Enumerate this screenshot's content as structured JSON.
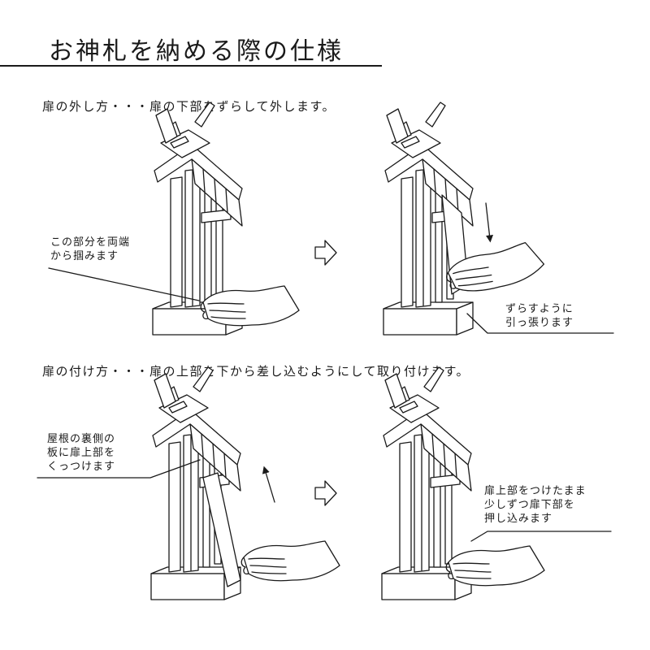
{
  "title": "お神札を納める際の仕様",
  "remove": {
    "heading": "扉の外し方・・・扉の下部をずらして外します。",
    "step1_callout": "この部分を両端\nから掴みます",
    "step2_callout": "ずらすように\n引っ張ります"
  },
  "attach": {
    "heading": "扉の付け方・・・扉の上部を下から差し込むようにして取り付けます。",
    "step1_callout": "屋根の裏側の\n板に扉上部を\nくっつけます",
    "step2_callout": "扉上部をつけたまま\n少しずつ扉下部を\n押し込みます"
  },
  "icons": {
    "next_step": "right-arrow-outline-icon",
    "pull_direction": "down-arrow-icon",
    "push_direction": "up-arrow-icon"
  }
}
